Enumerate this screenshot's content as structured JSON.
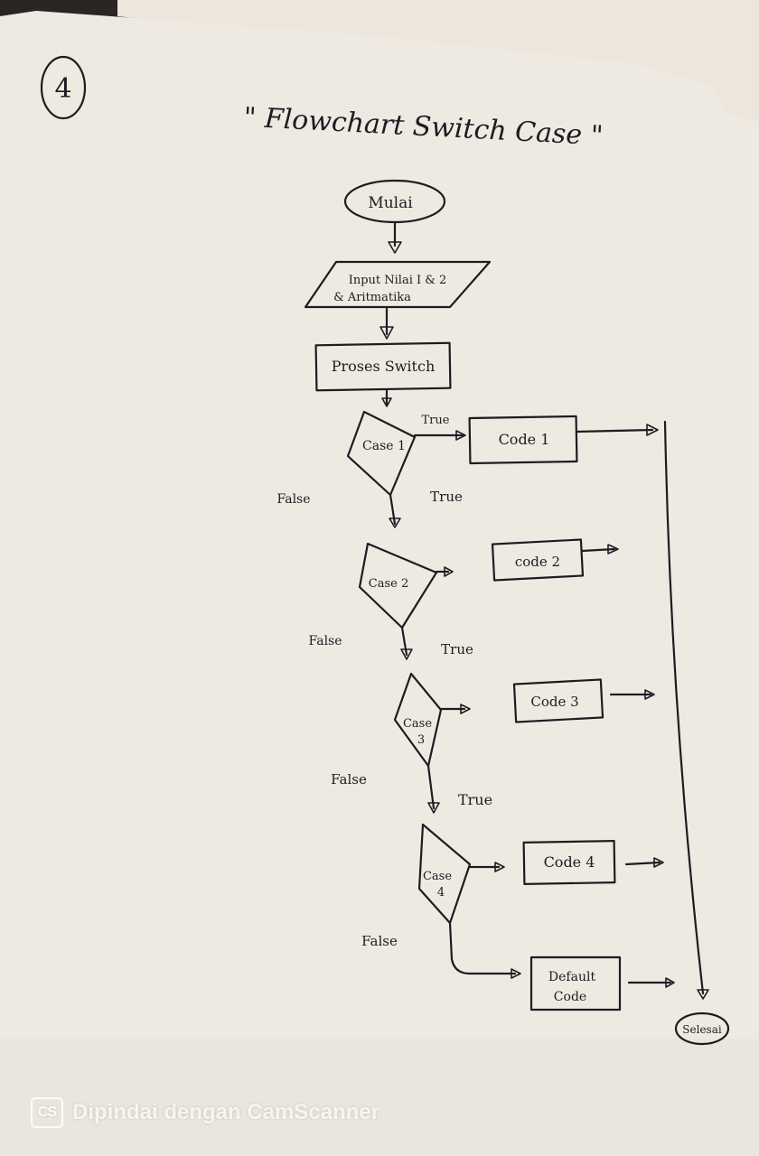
{
  "page_number": "4",
  "title": "\" Flowchart Switch Case \"",
  "nodes": {
    "start": "Mulai",
    "input_line1": "Input Nilai I & 2",
    "input_line2": "& Aritmatika",
    "process": "Proses Switch",
    "case1": "Case 1",
    "case2": "Case 2",
    "case3_line1": "Case",
    "case3_line2": "3",
    "case4_line1": "Case",
    "case4_line2": "4",
    "code1": "Code 1",
    "code2": "code 2",
    "code3": "Code 3",
    "code4": "Code 4",
    "default_line1": "Default",
    "default_line2": "Code",
    "end": "Selesai"
  },
  "edge_labels": {
    "true1": "True",
    "true1b": "True",
    "false1": "False",
    "false2": "False",
    "true2": "True",
    "false3": "False",
    "true3": "True",
    "false4": "False"
  },
  "watermark": {
    "logo": "CS",
    "text": "Dipindai dengan CamScanner"
  }
}
